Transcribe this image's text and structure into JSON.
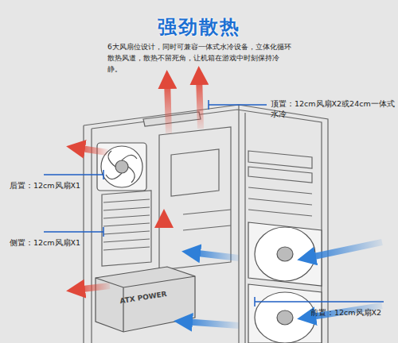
{
  "diagram": {
    "title": "强劲散热",
    "labels": [
      "6大风扇位设计，同时可兼容一体式水冷设备，立体化循环散热风道，散热不留死角，让机箱在游戏中时刻保持冷静。",
      "顶置：12cm风扇X2或24cm一体式水冷",
      "后置：12cm风扇X1",
      "侧置：12cm风扇X1",
      "前置：12cm风扇X2",
      "ATX POWER"
    ]
  }
}
